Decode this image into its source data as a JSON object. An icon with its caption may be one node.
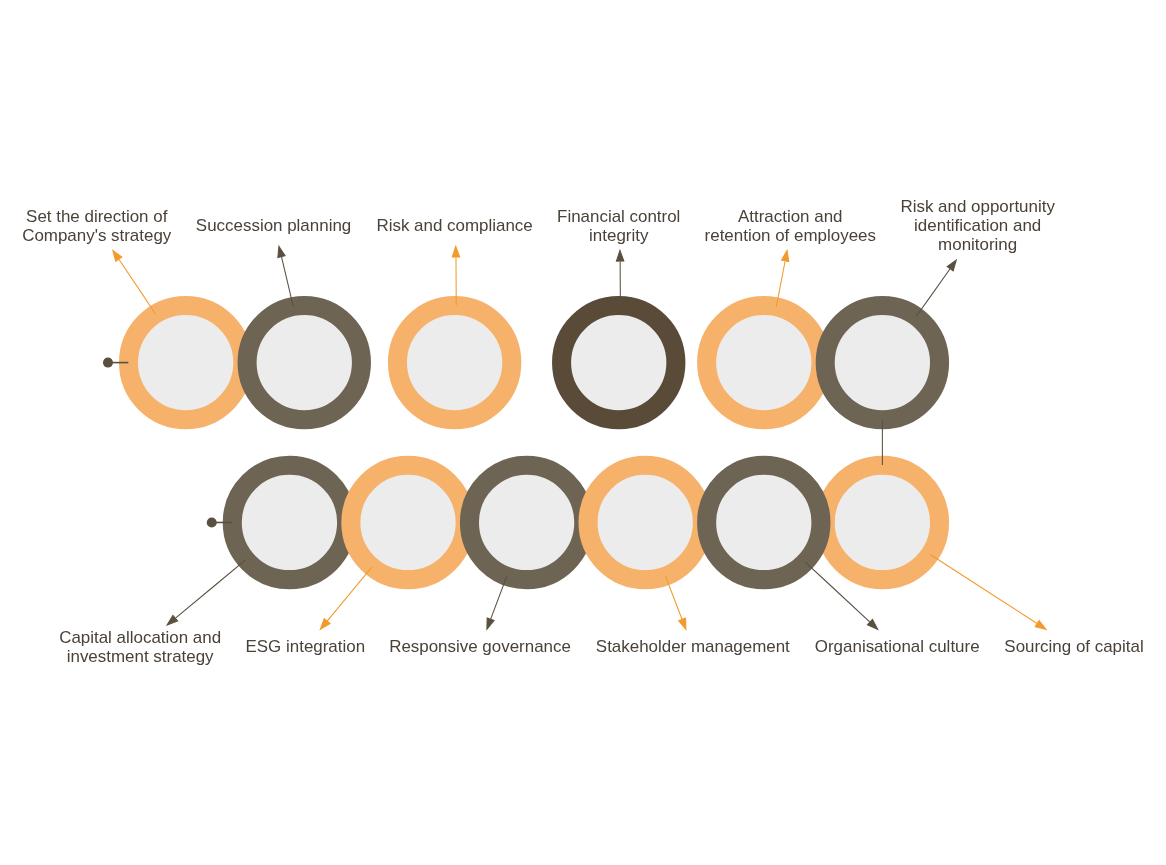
{
  "diagram": {
    "nodes": [
      {
        "text": [],
        "shape": "circle"
      },
      {
        "text": [
          "Set the direction of Company's strategy"
        ]
      },
      {
        "text": [],
        "shape": "circle"
      },
      {
        "text": [
          "Succession planning"
        ]
      },
      {
        "text": [],
        "shape": "circle"
      },
      {
        "text": [
          "Risk and compliance"
        ]
      },
      {
        "text": [],
        "shape": "circle"
      },
      {
        "text": [
          "Financial control integrity"
        ]
      },
      {
        "text": [],
        "shape": "circle"
      },
      {
        "text": [
          "Attraction and retention of employees"
        ]
      },
      {
        "text": [],
        "shape": "circle"
      },
      {
        "text": [
          "Risk and opportunity identification and monitoring"
        ]
      },
      {
        "text": [],
        "shape": "circle"
      },
      {
        "text": [
          "Capital allocation and investment strategy"
        ]
      },
      {
        "text": [],
        "shape": "circle"
      },
      {
        "text": [
          "ESG integration"
        ]
      },
      {
        "text": [],
        "shape": "circle"
      },
      {
        "text": [
          "Responsive governance"
        ]
      },
      {
        "text": [],
        "shape": "circle"
      },
      {
        "text": [
          "Stakeholder management"
        ]
      },
      {
        "text": [],
        "shape": "circle"
      },
      {
        "text": [
          "Organisational culture"
        ]
      },
      {
        "text": [],
        "shape": "circle"
      },
      {
        "text": [
          "Sourcing of capital"
        ]
      }
    ],
    "edges": [
      {
        "from": 0,
        "to": 1,
        "arrow": "to",
        "color": "#f39a2d"
      },
      {
        "from": 2,
        "to": 3,
        "arrow": "to"
      },
      {
        "from": 4,
        "to": 5,
        "arrow": "to",
        "color": "#f39a2d"
      },
      {
        "from": 6,
        "to": 7,
        "arrow": "to"
      },
      {
        "from": 8,
        "to": 9,
        "arrow": "to",
        "color": "#f39a2d"
      },
      {
        "from": 10,
        "to": 11,
        "arrow": "to"
      },
      {
        "from": 12,
        "to": 13,
        "arrow": "to"
      },
      {
        "from": 14,
        "to": 15,
        "arrow": "to",
        "color": "#f39a2d"
      },
      {
        "from": 16,
        "to": 17,
        "arrow": "to"
      },
      {
        "from": 18,
        "to": 19,
        "arrow": "to",
        "color": "#f39a2d"
      },
      {
        "from": 20,
        "to": 21,
        "arrow": "to"
      },
      {
        "from": 22,
        "to": 23,
        "arrow": "to",
        "color": "#f39a2d"
      },
      {
        "from": 10,
        "to": 22,
        "arrow": "none"
      },
      {
        "from": null,
        "to": 0,
        "arrow": "other"
      },
      {
        "from": null,
        "to": 12,
        "arrow": "other"
      }
    ]
  }
}
